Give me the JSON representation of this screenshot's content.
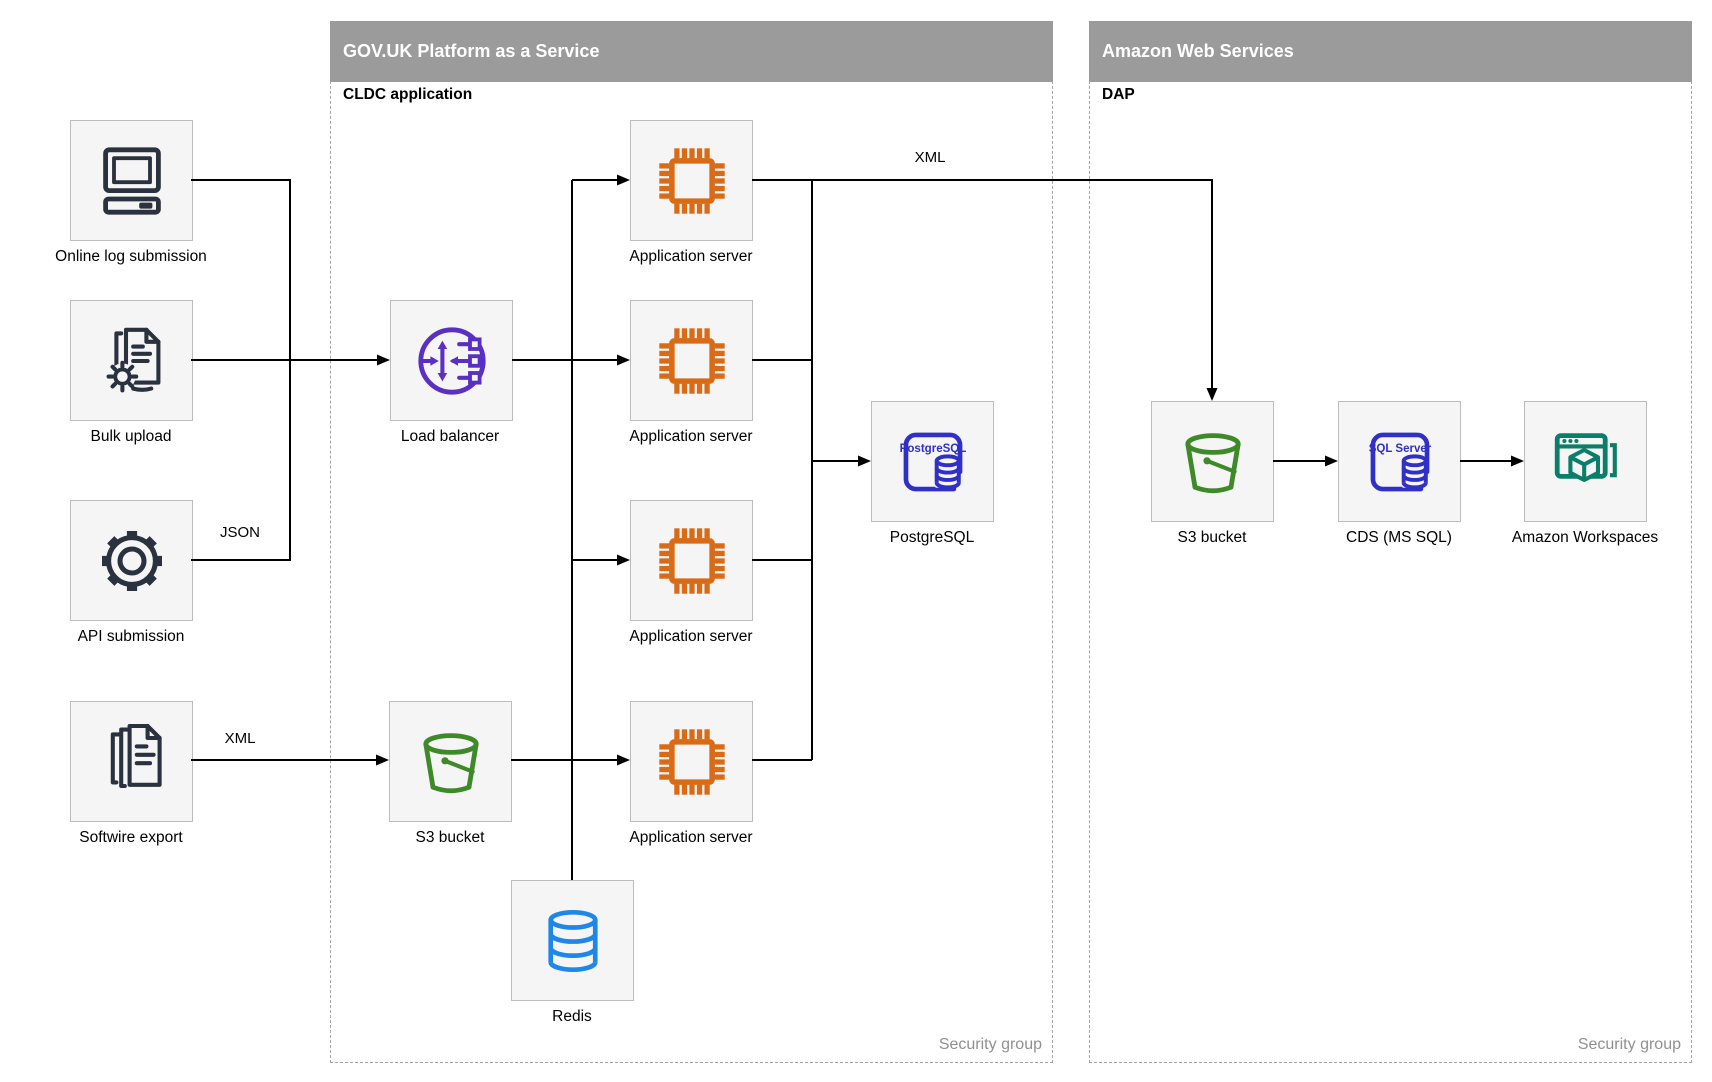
{
  "diagram": {
    "regions": {
      "paas": {
        "title": "GOV.UK Platform as a Service",
        "sublabel": "CLDC application",
        "footer": "Security group"
      },
      "aws": {
        "title": "Amazon Web Services",
        "sublabel": "DAP",
        "footer": "Security group"
      }
    },
    "nodes": {
      "online_log": "Online log submission",
      "bulk_upload": "Bulk upload",
      "api_submission": "API submission",
      "softwire_export": "Softwire export",
      "load_balancer": "Load balancer",
      "app_server": "Application server",
      "s3_bucket_paas": "S3 bucket",
      "postgresql": "PostgreSQL",
      "redis": "Redis",
      "s3_bucket_aws": "S3 bucket",
      "cds": "CDS (MS SQL)",
      "workspaces": "Amazon Workspaces"
    },
    "edge_labels": {
      "json": "JSON",
      "xml_softwire": "XML",
      "xml_app_to_s3": "XML"
    },
    "icon_labels": {
      "postgresql": "PostgreSQL",
      "sql_server": "SQL Server"
    },
    "colors": {
      "header_gray": "#9b9b9b",
      "icon_dark": "#29323e",
      "accent_orange": "#d96b17",
      "accent_purple": "#5a2fc4",
      "accent_green": "#3f8a28",
      "accent_blue": "#3030c8",
      "accent_teal": "#0a7e68",
      "accent_redis_blue": "#1f87e8",
      "node_fill": "#f5f5f5",
      "edge_black": "#000000",
      "security_group_gray": "#909090"
    }
  }
}
